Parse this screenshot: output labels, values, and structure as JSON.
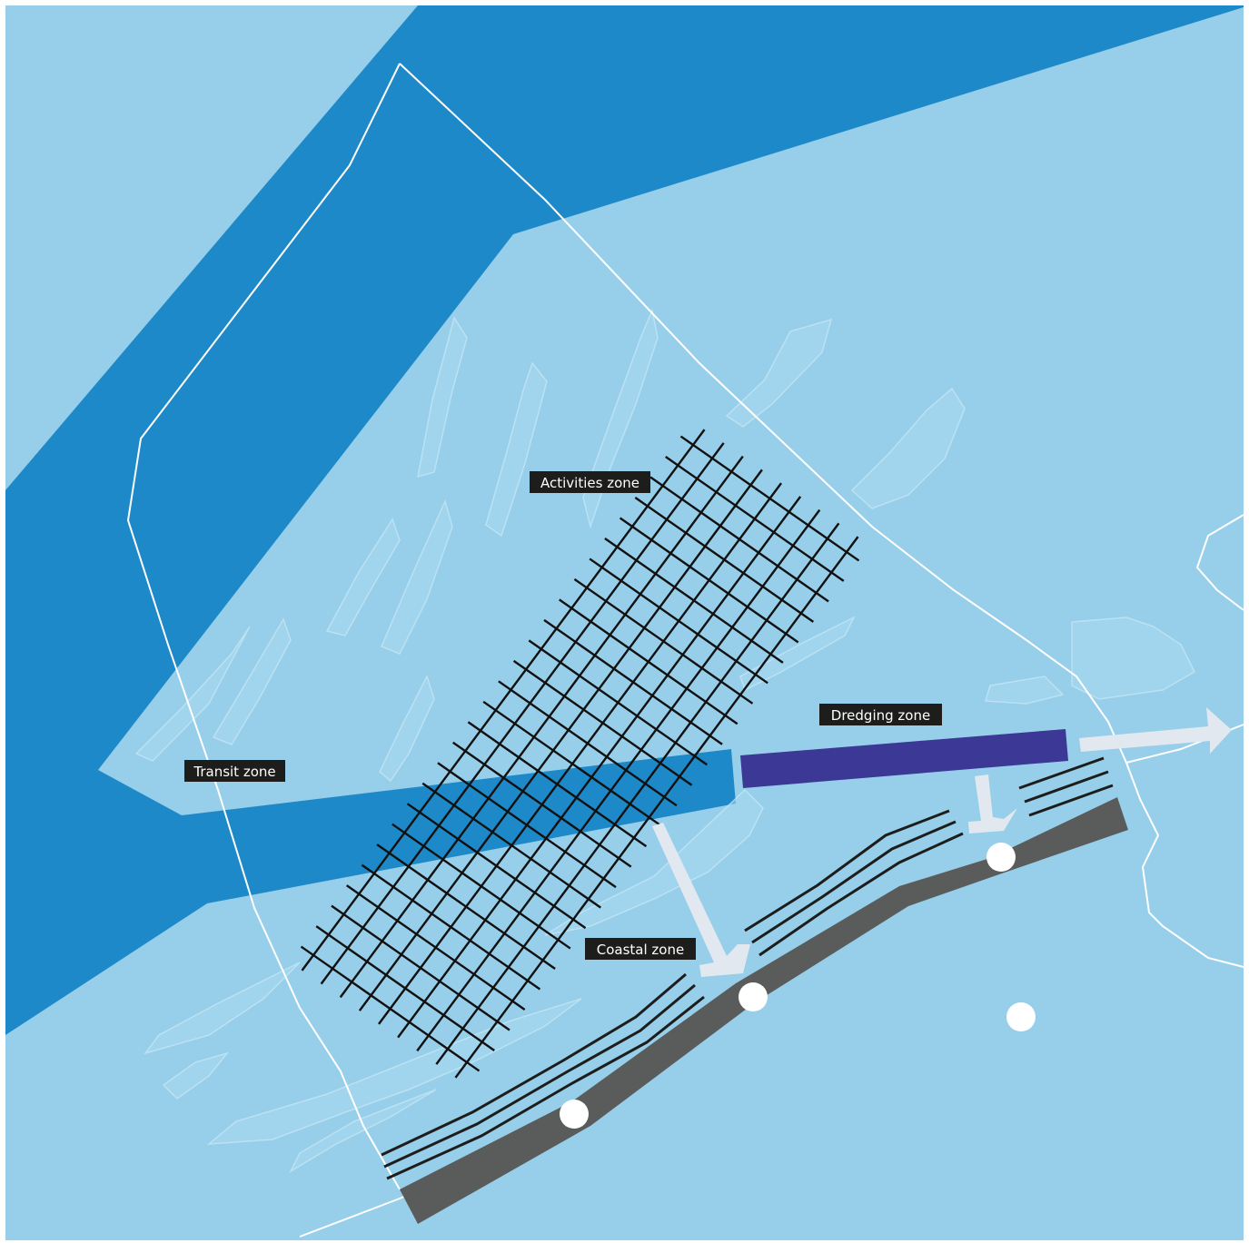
{
  "map": {
    "colors": {
      "sea": "#97cfea",
      "channel": "#1e89c8",
      "dredging": "#3c3896",
      "coast": "#5a5c5b",
      "label_bg": "#1d1d1b",
      "label_text": "#ffffff",
      "boundary": "#ffffff",
      "sandbank": "#a9d8ee",
      "arrow": "#e2e8ef",
      "grid": "#111111"
    },
    "labels": {
      "activities": "Activities zone",
      "dredging": "Dredging zone",
      "transit": "Transit zone",
      "coastal": "Coastal zone"
    },
    "markers": {
      "count": 4
    },
    "icons": [
      "arrow-right-icon",
      "arrow-down-icon",
      "arrow-down-right-icon"
    ]
  }
}
